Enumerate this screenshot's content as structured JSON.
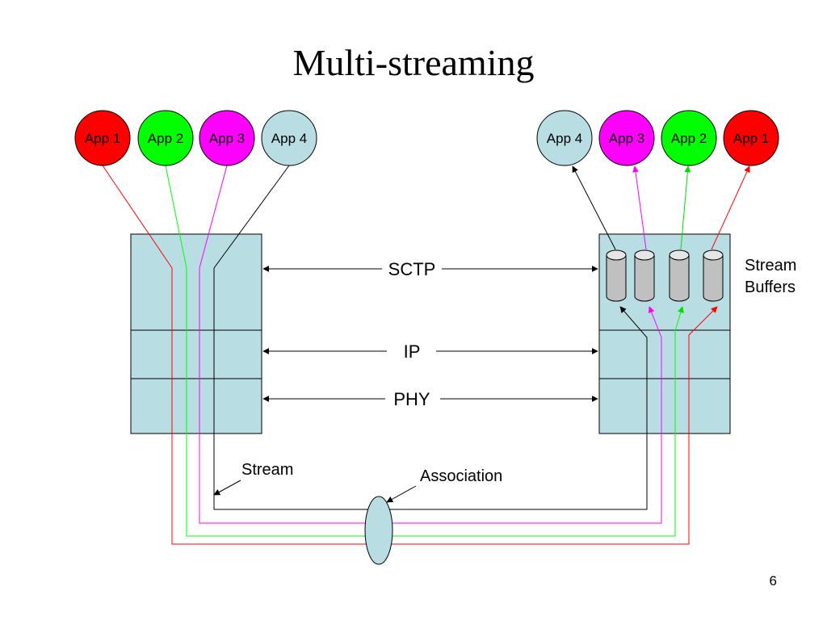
{
  "slide": {
    "title": "Multi-streaming",
    "page_number": "6"
  },
  "left_apps": [
    {
      "label": "App 1",
      "color": "#ff0000"
    },
    {
      "label": "App 2",
      "color": "#00ff00"
    },
    {
      "label": "App 3",
      "color": "#ff00ff"
    },
    {
      "label": "App 4",
      "color": "#b8dde3"
    }
  ],
  "right_apps": [
    {
      "label": "App 4",
      "color": "#b8dde3"
    },
    {
      "label": "App 3",
      "color": "#ff00ff"
    },
    {
      "label": "App 2",
      "color": "#00ff00"
    },
    {
      "label": "App 1",
      "color": "#ff0000"
    }
  ],
  "layers": {
    "sctp": "SCTP",
    "ip": "IP",
    "phy": "PHY"
  },
  "labels": {
    "stream_buffers_1": "Stream",
    "stream_buffers_2": "Buffers",
    "stream": "Stream",
    "association": "Association"
  },
  "colors": {
    "stack_fill": "#b8dde3",
    "buffer_fill": "#c0c0c0",
    "stream_red": "#ff0000",
    "stream_green": "#00ff00",
    "stream_magenta": "#ff00ff",
    "stream_black": "#000000"
  }
}
